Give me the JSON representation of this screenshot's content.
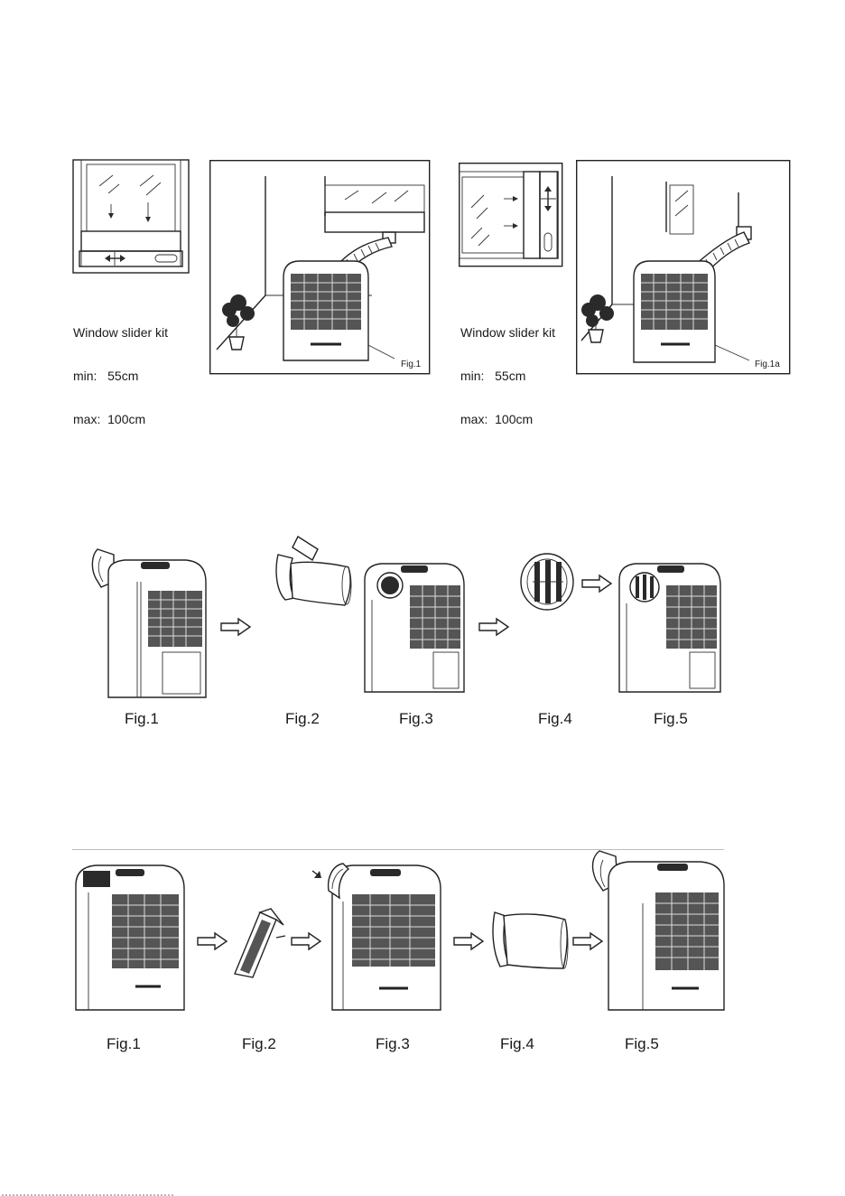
{
  "section_install": {
    "left_kit": {
      "title": "Window slider kit",
      "min": "min:   55cm",
      "max": "max:  100cm"
    },
    "right_kit": {
      "title": "Window slider kit",
      "min": "min:   55cm",
      "max": "max:  100cm"
    },
    "panel_tags": [
      "Fig.1",
      "Fig.1a"
    ]
  },
  "row_remove": {
    "labels": [
      "Fig.1",
      "Fig.2",
      "Fig.3",
      "Fig.4",
      "Fig.5"
    ]
  },
  "row_attach": {
    "labels": [
      "Fig.1",
      "Fig.2",
      "Fig.3",
      "Fig.4",
      "Fig.5"
    ]
  },
  "icons": [
    "window-slider-icon",
    "room-install-icon",
    "air-conditioner-icon",
    "arrow-right-icon",
    "exhaust-nozzle-icon",
    "round-grille-icon",
    "bracket-icon"
  ]
}
